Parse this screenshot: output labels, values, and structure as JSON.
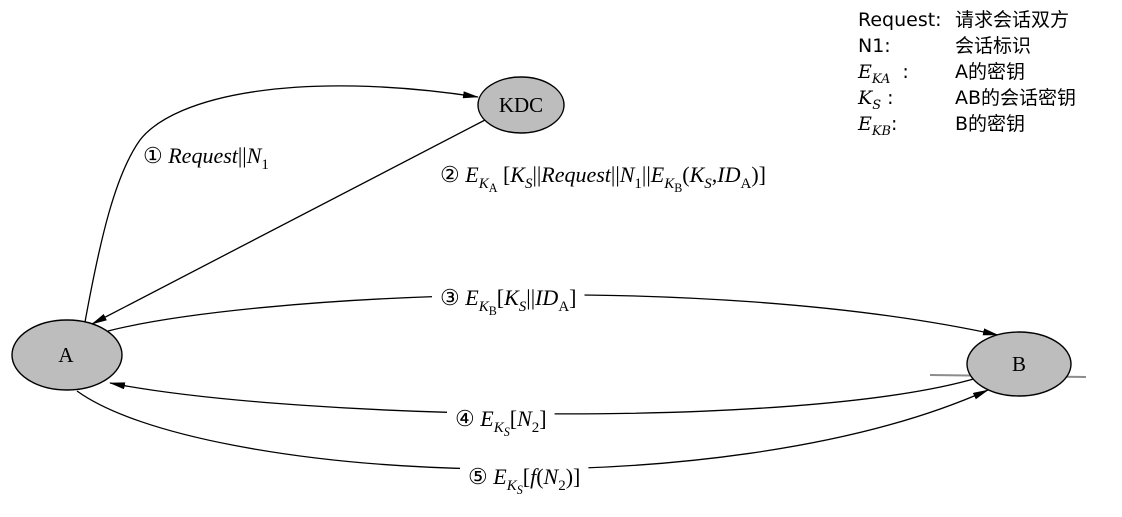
{
  "colors": {
    "node_fill": "#bdbdbd",
    "line": "#000000"
  },
  "nodes": {
    "kdc": "KDC",
    "a": "A",
    "b": "B"
  },
  "legend": [
    {
      "key": [
        {
          "t": "Request:"
        }
      ],
      "value": "请求会话双方"
    },
    {
      "key": [
        {
          "t": "N1:"
        }
      ],
      "value": "会话标识"
    },
    {
      "key": [
        {
          "t": "E",
          "it": true
        },
        {
          "t": "KA",
          "it": true,
          "lv": 1
        },
        {
          "t": "  :"
        }
      ],
      "value": "A的密钥"
    },
    {
      "key": [
        {
          "t": "K",
          "it": true
        },
        {
          "t": "S",
          "it": true,
          "lv": 1
        },
        {
          "t": " :"
        }
      ],
      "value": "AB的会话密钥"
    },
    {
      "key": [
        {
          "t": "E",
          "it": true
        },
        {
          "t": "KB",
          "it": true,
          "lv": 1
        },
        {
          "t": ":"
        }
      ],
      "value": "B的密钥"
    }
  ],
  "messages": [
    {
      "from": "A",
      "to": "KDC",
      "segments": [
        {
          "t": "①"
        },
        {
          "t": " "
        },
        {
          "t": "Request",
          "it": true
        },
        {
          "t": "||"
        },
        {
          "t": "N",
          "it": true
        },
        {
          "t": "1",
          "lv": 1
        }
      ]
    },
    {
      "from": "KDC",
      "to": "A",
      "segments": [
        {
          "t": "②"
        },
        {
          "t": " "
        },
        {
          "t": "E",
          "it": true
        },
        {
          "t": "K",
          "it": true,
          "lv": 1
        },
        {
          "t": "A",
          "lv": 2
        },
        {
          "t": " ["
        },
        {
          "t": "K",
          "it": true
        },
        {
          "t": "S",
          "it": true,
          "lv": 1
        },
        {
          "t": "||"
        },
        {
          "t": "Request",
          "it": true
        },
        {
          "t": "||"
        },
        {
          "t": "N",
          "it": true
        },
        {
          "t": "1",
          "lv": 1
        },
        {
          "t": "||"
        },
        {
          "t": "E",
          "it": true
        },
        {
          "t": "K",
          "it": true,
          "lv": 1
        },
        {
          "t": "B",
          "lv": 2
        },
        {
          "t": "("
        },
        {
          "t": "K",
          "it": true
        },
        {
          "t": "S",
          "it": true,
          "lv": 1
        },
        {
          "t": ","
        },
        {
          "t": "ID",
          "it": true
        },
        {
          "t": "A",
          "lv": 1
        },
        {
          "t": ")]"
        }
      ]
    },
    {
      "from": "A",
      "to": "B",
      "segments": [
        {
          "t": "③"
        },
        {
          "t": " "
        },
        {
          "t": "E",
          "it": true
        },
        {
          "t": "K",
          "it": true,
          "lv": 1
        },
        {
          "t": "B",
          "lv": 2
        },
        {
          "t": "["
        },
        {
          "t": "K",
          "it": true
        },
        {
          "t": "S",
          "it": true,
          "lv": 1
        },
        {
          "t": "||"
        },
        {
          "t": "ID",
          "it": true
        },
        {
          "t": "A",
          "lv": 1
        },
        {
          "t": "]"
        }
      ]
    },
    {
      "from": "B",
      "to": "A",
      "segments": [
        {
          "t": "④"
        },
        {
          "t": " "
        },
        {
          "t": "E",
          "it": true
        },
        {
          "t": "K",
          "it": true,
          "lv": 1
        },
        {
          "t": "S",
          "it": true,
          "lv": 2
        },
        {
          "t": "["
        },
        {
          "t": "N",
          "it": true
        },
        {
          "t": "2",
          "lv": 1
        },
        {
          "t": "]"
        }
      ]
    },
    {
      "from": "A",
      "to": "B",
      "segments": [
        {
          "t": "⑤"
        },
        {
          "t": " "
        },
        {
          "t": "E",
          "it": true
        },
        {
          "t": "K",
          "it": true,
          "lv": 1
        },
        {
          "t": "S",
          "it": true,
          "lv": 2
        },
        {
          "t": "["
        },
        {
          "t": "f",
          "it": true
        },
        {
          "t": "("
        },
        {
          "t": "N",
          "it": true
        },
        {
          "t": "2",
          "lv": 1
        },
        {
          "t": ")]"
        }
      ]
    }
  ]
}
